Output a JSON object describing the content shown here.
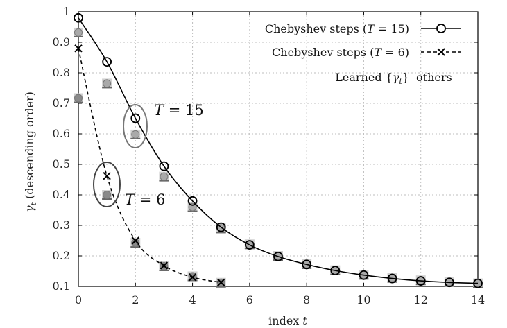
{
  "chart_data": {
    "type": "line",
    "xlabel": "index t",
    "ylabel": "γt (descending order)",
    "xlim": [
      0,
      14
    ],
    "ylim": [
      0.1,
      1.0
    ],
    "xticks": [
      0,
      2,
      4,
      6,
      8,
      10,
      12,
      14
    ],
    "yticks": [
      0.1,
      0.2,
      0.3,
      0.4,
      0.5,
      0.6,
      0.7,
      0.8,
      0.9,
      1
    ],
    "grid": true,
    "legend_position": "top-right",
    "series": [
      {
        "name": "Chebyshev steps (T = 15)",
        "style": "solid-line-open-circle",
        "color": "#000000",
        "x": [
          0,
          1,
          2,
          3,
          4,
          5,
          6,
          7,
          8,
          9,
          10,
          11,
          12,
          13,
          14
        ],
        "y": [
          0.98,
          0.836,
          0.651,
          0.494,
          0.38,
          0.294,
          0.236,
          0.198,
          0.172,
          0.152,
          0.137,
          0.126,
          0.118,
          0.113,
          0.11
        ]
      },
      {
        "name": "Chebyshev steps (T = 6)",
        "style": "dashed-line-cross",
        "color": "#000000",
        "x": [
          0,
          1,
          2,
          3,
          4,
          5
        ],
        "y": [
          0.88,
          0.462,
          0.25,
          0.168,
          0.13,
          0.113
        ]
      },
      {
        "name": "Learned {γt} others",
        "style": "gray-filled-circle-errorbar",
        "color": "#9a9a9a",
        "groups": [
          {
            "T": 15,
            "x": [
              0,
              1,
              2,
              3,
              4,
              5,
              6,
              7,
              8,
              9,
              10,
              11,
              12,
              13,
              14
            ],
            "y": [
              0.932,
              0.765,
              0.598,
              0.46,
              0.36,
              0.29,
              0.238,
              0.2,
              0.173,
              0.153,
              0.138,
              0.128,
              0.12,
              0.115,
              0.11
            ]
          },
          {
            "T": 6,
            "x": [
              0,
              1,
              2,
              3,
              4,
              5
            ],
            "y": [
              0.717,
              0.4,
              0.243,
              0.166,
              0.133,
              0.112
            ]
          }
        ]
      }
    ],
    "annotations": [
      {
        "text": "T = 15",
        "x": 2,
        "y": 0.625
      },
      {
        "text": "T = 6",
        "x": 1,
        "y": 0.42
      }
    ]
  },
  "legend": {
    "entries": [
      {
        "pre": "Chebyshev steps (",
        "T": "T",
        "post": " = 15)"
      },
      {
        "pre": "Chebyshev steps (",
        "T": "T",
        "post": " = 6)"
      },
      {
        "pre": "Learned {",
        "gamma": "γ",
        "sub": "t",
        "post": "}",
        "extra": "others"
      }
    ]
  },
  "axis_text": {
    "x_prefix": "index ",
    "x_var": "t",
    "y_var": "γ",
    "y_sub": "t",
    "y_suffix": " (descending order)"
  },
  "annot_labels": [
    {
      "var": "T",
      "eq": " = 15"
    },
    {
      "var": "T",
      "eq": " = 6"
    }
  ]
}
